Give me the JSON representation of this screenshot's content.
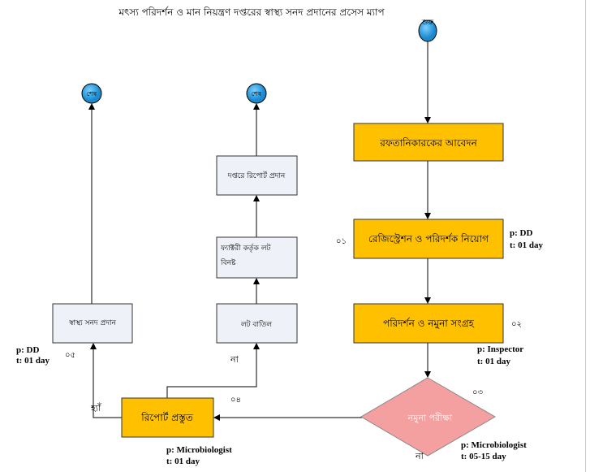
{
  "title": "মৎস্য পরিদর্শন ও মান নিয়ন্ত্রণ দপ্তরের স্বাস্থ্য সনদ প্রদানের প্রসেস ম্যাপ",
  "start_label": "শুরু",
  "end_label": "শেষ",
  "steps": {
    "application": "রফতানিকারকের আবেদন",
    "registration": "রেজিস্ট্রেশন ও পরিদর্শক নিয়োগ",
    "inspection": "পরিদর্শন ও নমুনা সংগ্রহ",
    "sample_test": "নমুনা পরীক্ষা",
    "report": "রিপোর্ট প্রস্তুত",
    "certificate": "স্বাস্থ্য সনদ প্রদান",
    "lot_cancel": "লট বাতিল",
    "lot_destroy_1": "ফ্যাক্টরী কর্তৃক লট",
    "lot_destroy_2": "বিনষ্ট",
    "report_office": "দপ্তরে রিপোর্ট প্রদান"
  },
  "numbers": {
    "n1": "০১",
    "n2": "০২",
    "n3": "০৩",
    "n4": "০৪",
    "n5": "০৫"
  },
  "branch": {
    "yes": "হ্যাঁ",
    "no_lot": "না",
    "no_test": "না"
  },
  "roles": {
    "registration_p": "p: DD",
    "registration_t": "t: 01 day",
    "inspection_p": "p: Inspector",
    "inspection_t": "t: 01 day",
    "test_p": "p: Microbiologist",
    "test_t": "t: 05-15 day",
    "report_p": "p: Microbiologist",
    "report_t": "t: 01 day",
    "certificate_p": "p: DD",
    "certificate_t": "t: 01 day"
  },
  "colors": {
    "process": "#FFC000",
    "decision": "#F4A0A0",
    "terminal": "#4FA8E0",
    "outcome": "#EEF2F8"
  }
}
